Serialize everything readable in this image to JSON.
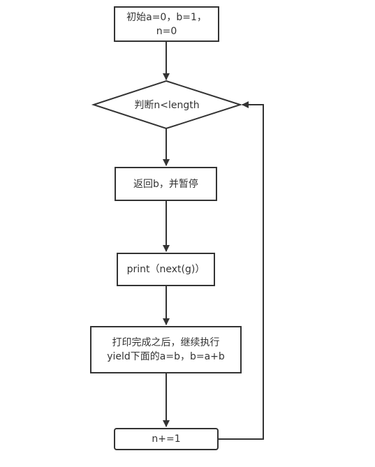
{
  "nodes": {
    "init": "初始a=0，b=1，\nn=0",
    "condition": "判断n<length",
    "yield": "返回b，并暂停",
    "print": "print（next(g)）",
    "resume": "打印完成之后，继续执行\nyield下面的a=b，b=a+b",
    "increment": "n+=1"
  },
  "colors": {
    "stroke": "#333333",
    "background": "#ffffff",
    "text": "#333333"
  }
}
